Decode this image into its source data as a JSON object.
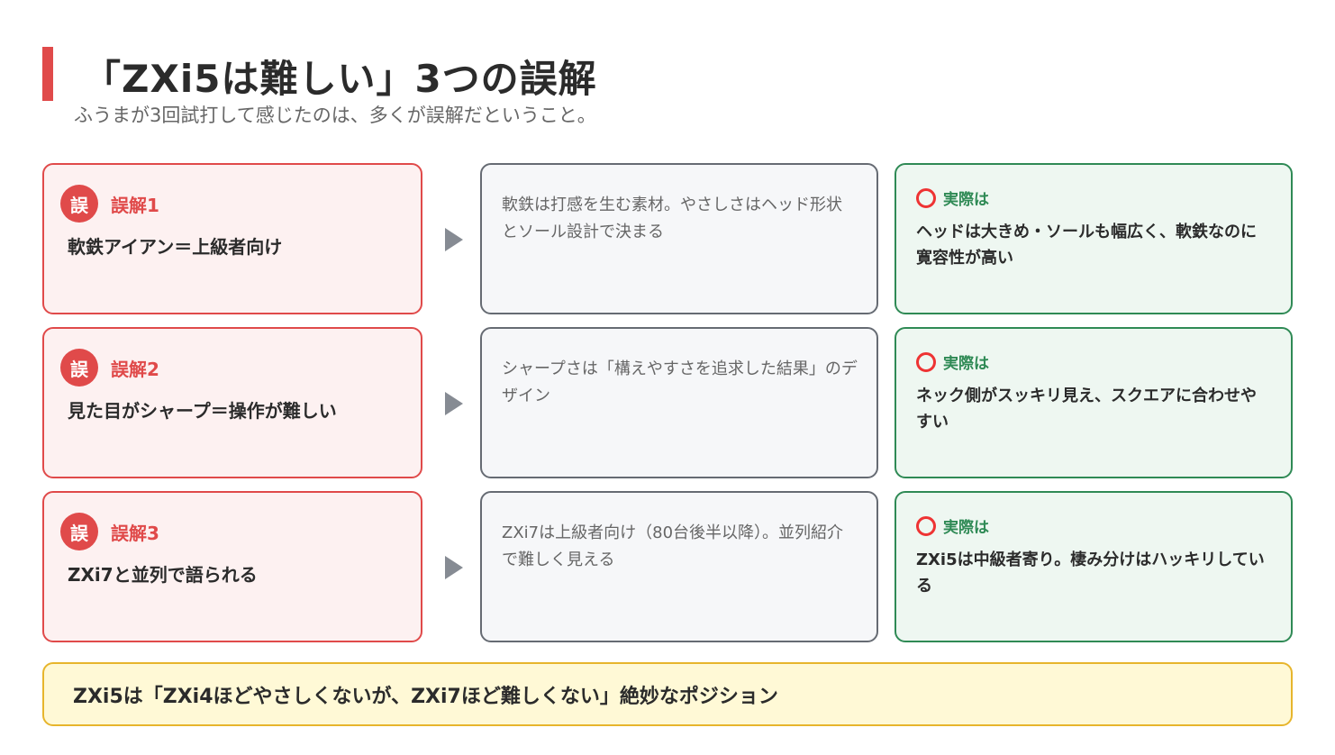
{
  "header": {
    "title": "「ZXi5は難しい」3つの誤解",
    "subtitle": "ふうまが3回試打して感じたのは、多くが誤解だということ。"
  },
  "colors": {
    "accent_red": "#e04a4a",
    "accent_green": "#2f8a55",
    "accent_yellow": "#e7b52c"
  },
  "rows": [
    {
      "myth_badge": "誤",
      "myth_label": "誤解1",
      "myth_text": "軟鉄アイアン＝上級者向け",
      "explanation": "軟鉄は打感を生む素材。やさしさはヘッド形状とソール設計で決まる",
      "fact_label": "実際は",
      "fact_text": "ヘッドは大きめ・ソールも幅広く、軟鉄なのに寛容性が高い"
    },
    {
      "myth_badge": "誤",
      "myth_label": "誤解2",
      "myth_text": "見た目がシャープ＝操作が難しい",
      "explanation": "シャープさは「構えやすさを追求した結果」のデザイン",
      "fact_label": "実際は",
      "fact_text": "ネック側がスッキリ見え、スクエアに合わせやすい"
    },
    {
      "myth_badge": "誤",
      "myth_label": "誤解3",
      "myth_text": "ZXi7と並列で語られる",
      "explanation": "ZXi7は上級者向け（80台後半以降）。並列紹介で難しく見える",
      "fact_label": "実際は",
      "fact_text": "ZXi5は中級者寄り。棲み分けはハッキリしている"
    }
  ],
  "summary": "ZXi5は「ZXi4ほどやさしくないが、ZXi7ほど難しくない」絶妙なポジション"
}
